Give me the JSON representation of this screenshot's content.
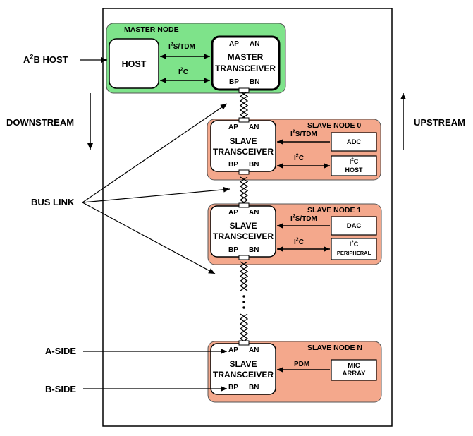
{
  "left_labels": {
    "host": {
      "pre": "A",
      "sup": "2",
      "post": "B HOST"
    },
    "downstream": "DOWNSTREAM",
    "bus_link": "BUS LINK",
    "a_side": "A-SIDE",
    "b_side": "B-SIDE"
  },
  "right_labels": {
    "upstream": "UPSTREAM"
  },
  "master": {
    "title": "MASTER NODE",
    "host": "HOST",
    "i2s": {
      "pre": "I",
      "sup": "2",
      "post": "S/TDM"
    },
    "i2c": {
      "pre": "I",
      "sup": "2",
      "post": "C"
    },
    "transceiver": {
      "line1": "MASTER",
      "line2": "TRANSCEIVER",
      "ap": "AP",
      "an": "AN",
      "bp": "BP",
      "bn": "BN"
    }
  },
  "slave0": {
    "title": "SLAVE NODE 0",
    "transceiver": {
      "line1": "SLAVE",
      "line2": "TRANSCEIVER",
      "ap": "AP",
      "an": "AN",
      "bp": "BP",
      "bn": "BN"
    },
    "i2s": {
      "pre": "I",
      "sup": "2",
      "post": "S/TDM"
    },
    "i2c": {
      "pre": "I",
      "sup": "2",
      "post": "C"
    },
    "dev1": "ADC",
    "dev2": {
      "pre": "I",
      "sup": "2",
      "post": "C",
      "line2": "HOST"
    }
  },
  "slave1": {
    "title": "SLAVE NODE 1",
    "transceiver": {
      "line1": "SLAVE",
      "line2": "TRANSCEIVER",
      "ap": "AP",
      "an": "AN",
      "bp": "BP",
      "bn": "BN"
    },
    "i2s": {
      "pre": "I",
      "sup": "2",
      "post": "S/TDM"
    },
    "i2c": {
      "pre": "I",
      "sup": "2",
      "post": "C"
    },
    "dev1": "DAC",
    "dev2": {
      "pre": "I",
      "sup": "2",
      "post": "C",
      "line2": "PERIPHERAL"
    }
  },
  "slaveN": {
    "title": "SLAVE NODE N",
    "transceiver": {
      "line1": "SLAVE",
      "line2": "TRANSCEIVER",
      "ap": "AP",
      "an": "AN",
      "bp": "BP",
      "bn": "BN"
    },
    "pdm": "PDM",
    "dev1": {
      "line1": "MIC",
      "line2": "ARRAY"
    }
  },
  "colors": {
    "master_fill": "#7ee38a",
    "slave_fill": "#f4a88c",
    "outline": "#000000"
  }
}
